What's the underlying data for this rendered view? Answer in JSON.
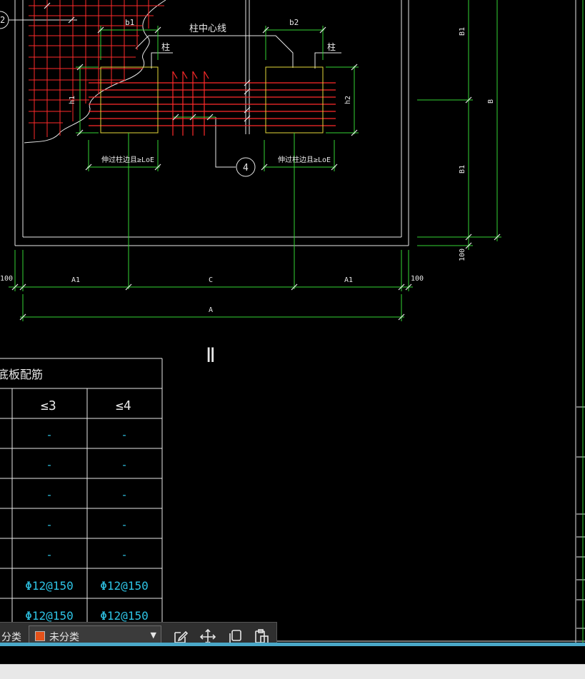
{
  "drawing": {
    "labels": {
      "b1": "b1",
      "b2": "b2",
      "column_centerline": "柱中心线",
      "column_left": "柱",
      "column_right": "柱",
      "h1": "h1",
      "h2": "h2",
      "anchor_left": "伸过柱边且≥LoE",
      "anchor_right": "伸过柱边且≥LoE",
      "callout_4": "4",
      "callout_left": "2",
      "B1_top": "B1",
      "B": "B",
      "B1_bottom": "B1",
      "dim_100_right_vertical": "100",
      "dim_100_left": "100",
      "A1_left": "A1",
      "C": "C",
      "A1_right": "A1",
      "dim_100_right": "100",
      "A": "A",
      "section_mark": "Ⅱ"
    }
  },
  "table": {
    "title": "底板配筋",
    "headers": [
      "≤3",
      "≤4"
    ],
    "rows": [
      [
        "-",
        "-"
      ],
      [
        "-",
        "-"
      ],
      [
        "-",
        "-"
      ],
      [
        "-",
        "-"
      ],
      [
        "-",
        "-"
      ],
      [
        "Φ12@150",
        "Φ12@150"
      ],
      [
        "Φ12@150",
        "Φ12@150"
      ]
    ]
  },
  "toolbar": {
    "category_label": "分类",
    "category_value": "未分类",
    "category_color": "#e5521a",
    "buttons": [
      {
        "name": "edit-icon"
      },
      {
        "name": "move-icon"
      },
      {
        "name": "copy-icon"
      },
      {
        "name": "paste-icon"
      }
    ]
  },
  "colors": {
    "dimension_green": "#33d433",
    "rebar_red": "#ff2a2a",
    "column_yellow": "#e3d73a",
    "outline_white": "#e8e8e8",
    "table_text_cyan": "#2ec5e6"
  }
}
